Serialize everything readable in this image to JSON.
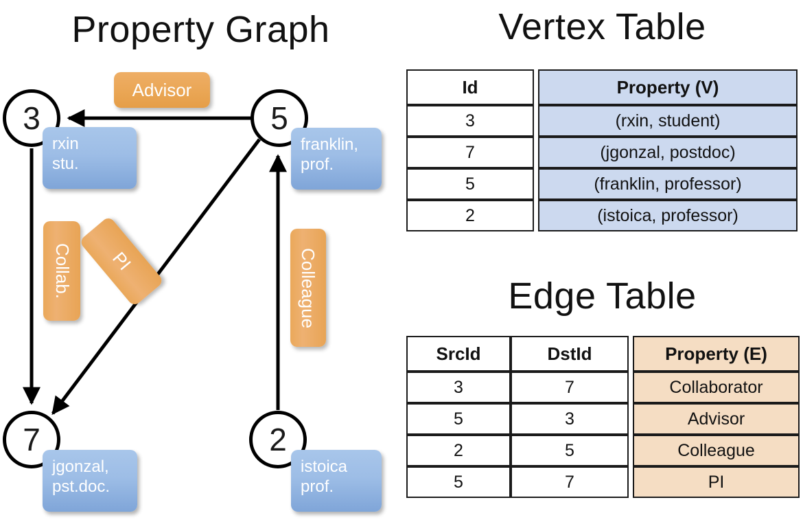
{
  "titles": {
    "property_graph": "Property Graph",
    "vertex_table": "Vertex Table",
    "edge_table": "Edge Table"
  },
  "graph": {
    "nodes": [
      {
        "id": "3",
        "label": "3",
        "property_line1": "rxin",
        "property_line2": "stu."
      },
      {
        "id": "5",
        "label": "5",
        "property_line1": "franklin,",
        "property_line2": "prof."
      },
      {
        "id": "7",
        "label": "7",
        "property_line1": "jgonzal,",
        "property_line2": "pst.doc."
      },
      {
        "id": "2",
        "label": "2",
        "property_line1": "istoica",
        "property_line2": "prof."
      }
    ],
    "edge_labels": {
      "advisor": "Advisor",
      "collab": "Collab.",
      "pi": "PI",
      "colleague": "Colleague"
    }
  },
  "vertex_table": {
    "headers": [
      "Id",
      "Property (V)"
    ],
    "rows": [
      {
        "id": "3",
        "property": "(rxin, student)"
      },
      {
        "id": "7",
        "property": "(jgonzal, postdoc)"
      },
      {
        "id": "5",
        "property": "(franklin, professor)"
      },
      {
        "id": "2",
        "property": "(istoica, professor)"
      }
    ]
  },
  "edge_table": {
    "headers": [
      "SrcId",
      "DstId",
      "Property (E)"
    ],
    "rows": [
      {
        "src": "3",
        "dst": "7",
        "property": "Collaborator"
      },
      {
        "src": "5",
        "dst": "3",
        "property": "Advisor"
      },
      {
        "src": "2",
        "dst": "5",
        "property": "Colleague"
      },
      {
        "src": "5",
        "dst": "7",
        "property": "PI"
      }
    ]
  },
  "colors": {
    "vertex_property_fill": "#ccd9ef",
    "edge_property_fill": "#f5ddc3",
    "node_box_blue": "#9dbde6",
    "edge_label_orange": "#eaa655",
    "stroke": "#000000"
  }
}
